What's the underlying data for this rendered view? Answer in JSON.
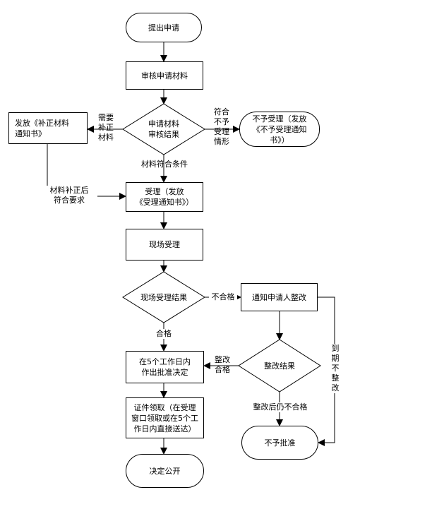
{
  "nodes": {
    "start": "提出申请",
    "review": "审核申请材料",
    "review_decision": "申请材料\n审核结果",
    "supplement": "发放《补正材料\n通知书》",
    "reject_accept": "不予受理（发放\n《不予受理通知\n书》）",
    "accept": "受理（发放\n《受理通知书》）",
    "onsite": "现场受理",
    "onsite_decision": "现场受理结果",
    "notify_rectify": "通知申请人整改",
    "rectify_decision": "整改结果",
    "decide": "在5个工作日内\n作出批准决定",
    "certificate": "证件领取（在受理\n窗口领取或在5个工\n作日内直接送达）",
    "not_approve": "不予批准",
    "publish": "决定公开"
  },
  "labels": {
    "need_supplement": "需要\n补正\n材料",
    "not_qualified_case": "符合\n不予\n受理\n情形",
    "materials_ok": "材料符合条件",
    "after_supplement": "材料补正后\n符合要求",
    "unqualified": "不合格",
    "qualified": "合格",
    "rectify_ok": "整改\n合格",
    "still_unqualified": "整改后仍不合格",
    "expired": "到\n期\n不\n整\n改"
  }
}
